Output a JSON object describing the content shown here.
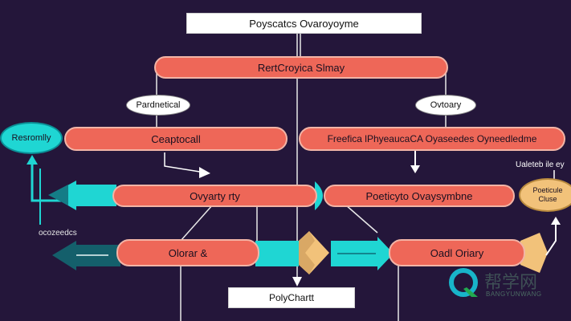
{
  "title": "Poyscatcs Ovaroyoyme",
  "top_bar": "RertCroyica Slmay",
  "left_oval": "Pardnetical",
  "right_oval": "Ovtoary",
  "teal_left": "Resromlly",
  "left_row1": "Ceaptocall",
  "right_row1": "Freefica lPhyeaucaCA Oyaseedes Oyneedledme",
  "left_row2": "Ovyarty rty",
  "right_row2": "Poeticyto Ovaysymbne",
  "side_text_left": "ocozeedcs",
  "side_text_right": "Ualeteb ile ey",
  "right_badge": {
    "line1": "Poeticule",
    "line2": "Cluse"
  },
  "left_row3": "Olorar &",
  "right_row3": "Oadl Oriary",
  "bottom_box": "PolyChartt",
  "watermark": {
    "cjk": "帮学网",
    "latin": "BANGYUNWANG"
  },
  "colors": {
    "background": "#24163a",
    "pill": "#ee6758",
    "teal": "#1fd6d3",
    "tan": "#f2c27a",
    "white": "#ffffff"
  }
}
